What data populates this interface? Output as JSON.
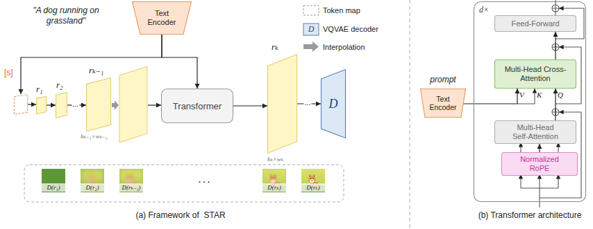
{
  "diagram": {
    "nodes": [
      {
        "text": [
          "Text Encoder"
        ]
      },
      {
        "text": [
          "[s]"
        ]
      },
      {
        "text": [
          "r₁"
        ]
      },
      {
        "text": [
          "r₂"
        ]
      },
      {
        "text": [
          "rₖ₋₁",
          "hₖ₋₁×wₖ₋₁"
        ]
      },
      {
        "text": [
          "Transformer"
        ]
      },
      {
        "text": [
          "rₖ",
          "hₖ×wₖ"
        ]
      },
      {
        "text": [
          "D"
        ]
      },
      {
        "text": [
          "Text Encoder"
        ]
      },
      {
        "text": [
          "d×"
        ]
      },
      {
        "text": [
          "Feed-Forward"
        ],
        "in": 9
      },
      {
        "text": [
          "Multi-Head Cross-Attention"
        ],
        "in": 9
      },
      {
        "text": [
          "Multi-Head Self-Attention"
        ],
        "in": 9
      },
      {
        "text": [
          "Normalized RoPE"
        ],
        "in": 9
      }
    ],
    "edges": [
      {
        "from": 0,
        "to": 1,
        "arrow": "to"
      },
      {
        "from": 0,
        "to": 5,
        "arrow": "to"
      },
      {
        "from": 1,
        "to": 2,
        "arrow": "to"
      },
      {
        "from": 2,
        "to": 3,
        "arrow": "to"
      },
      {
        "from": 3,
        "to": 4,
        "label": "...",
        "arrow": "to"
      },
      {
        "from": 5,
        "to": 6,
        "arrow": "to"
      },
      {
        "from": 6,
        "to": 7,
        "label": "...",
        "arrow": "to"
      },
      {
        "from": 8,
        "to": 11,
        "arrow": "to"
      },
      {
        "from": 12,
        "to": 11,
        "arrow": "to"
      },
      {
        "from": 11,
        "to": 10,
        "arrow": "to"
      },
      {
        "from": 13,
        "to": 12,
        "arrow": "to"
      }
    ],
    "labels": [
      "\"A dog running on grassland\"",
      "D",
      "D(r₁)",
      "D(r₂)",
      "D(rₖ₋₁)",
      "...",
      "D(rₖ)",
      "D(rₖ)",
      "(a) Framework of  STAR",
      "prompt",
      "V",
      "K",
      "Q",
      "(b) Transformer architecture"
    ],
    "legend": [
      {
        "text": "Token map"
      },
      {
        "text": "VQVAE decoder"
      },
      {
        "text": "Interpolation"
      }
    ]
  }
}
